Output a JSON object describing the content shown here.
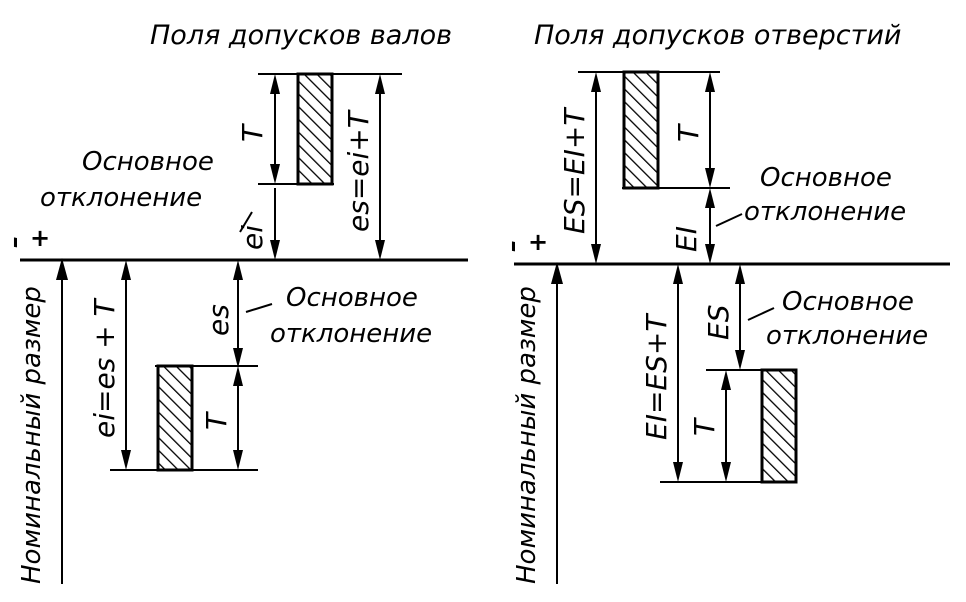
{
  "left_panel": {
    "title": "Поля допусков валов",
    "upper_note_line1": "Основное",
    "upper_note_line2": "отклонение",
    "lower_note_line1": "Основное",
    "lower_note_line2": "отклонение",
    "label_T_upper": "T",
    "label_ei": "ei",
    "label_es_eq": "es=ei+T",
    "label_es": "es",
    "label_ei_eq": "ei=es + T",
    "label_T_lower": "T",
    "axis_label": "Номинальный размер",
    "plus_sign": "+",
    "minus_sign": "–"
  },
  "right_panel": {
    "title": "Поля допусков отверстий",
    "upper_note_line1": "Основное",
    "upper_note_line2": "отклонение",
    "lower_note_line1": "Основное",
    "lower_note_line2": "отклонение",
    "label_ES_eq": "ES=EI+T",
    "label_T_upper": "T",
    "label_EI": "EI",
    "label_EI_eq": "EI=ES+T",
    "label_ES": "ES",
    "label_T_lower": "T",
    "axis_label": "Номинальный размер",
    "plus_sign": "+",
    "minus_sign": "–"
  }
}
